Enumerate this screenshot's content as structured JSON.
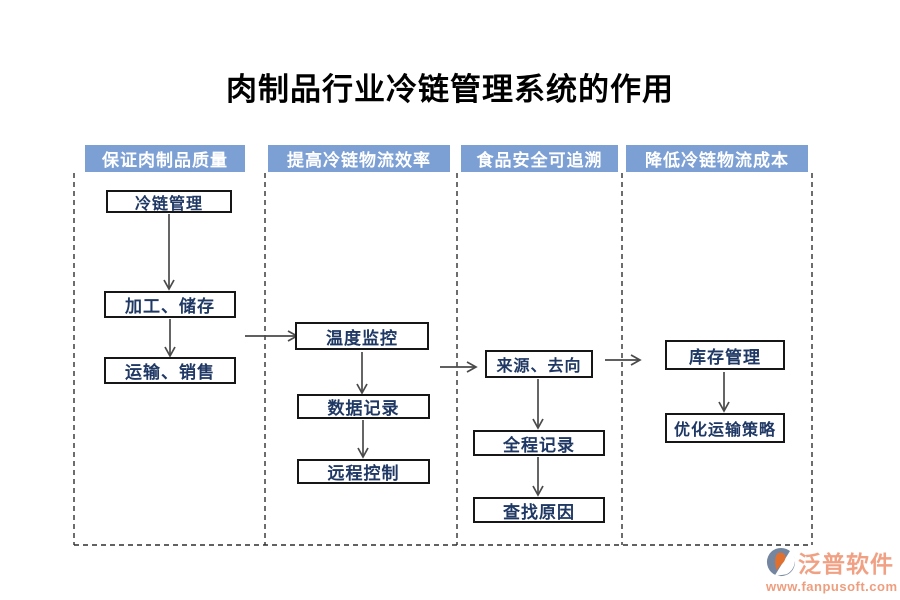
{
  "title": "肉制品行业冷链管理系统的作用",
  "columns": [
    {
      "header": "保证肉制品质量",
      "boxes": [
        "冷链管理",
        "加工、储存",
        "运输、销售"
      ]
    },
    {
      "header": "提高冷链物流效率",
      "boxes": [
        "温度监控",
        "数据记录",
        "远程控制"
      ]
    },
    {
      "header": "食品安全可追溯",
      "boxes": [
        "来源、去向",
        "全程记录",
        "查找原因"
      ]
    },
    {
      "header": "降低冷链物流成本",
      "boxes": [
        "库存管理",
        "优化运输策略"
      ]
    }
  ],
  "logo": {
    "name": "泛普软件",
    "url": "www.fanpusoft.com"
  },
  "colors": {
    "header_bg": "#7C9FD4",
    "header_text": "#FFFFFF",
    "box_text": "#1F3864",
    "box_border": "#161616",
    "title_text": "#000000",
    "arrow": "#4A4A4A",
    "dashed_frame": "#2F2F2F",
    "logo_orange": "#F1A183",
    "logo_slate": "#74859F",
    "logo_swoosh": "#E07030"
  }
}
